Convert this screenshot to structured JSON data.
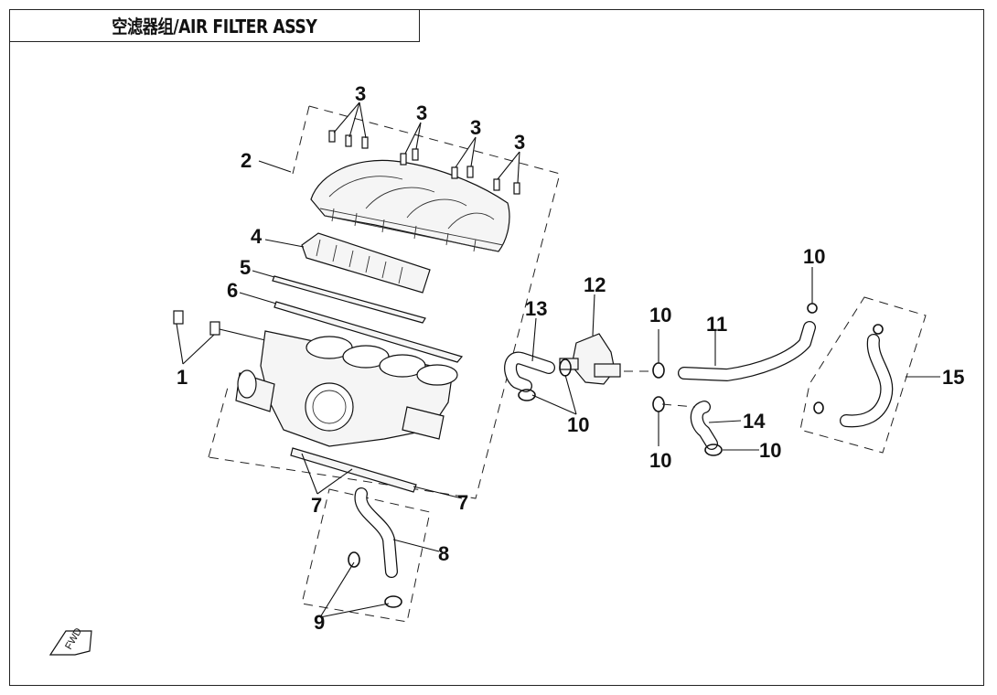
{
  "title": "空滤器组/AIR FILTER ASSY",
  "fwd_label": "FWD",
  "callouts": {
    "c1": "1",
    "c2": "2",
    "c3a": "3",
    "c3b": "3",
    "c3c": "3",
    "c3d": "3",
    "c4": "4",
    "c5": "5",
    "c6": "6",
    "c7a": "7",
    "c7b": "7",
    "c8": "8",
    "c9": "9",
    "c10a": "10",
    "c10b": "10",
    "c10c": "10",
    "c10d": "10",
    "c10e": "10",
    "c11": "11",
    "c12": "12",
    "c13": "13",
    "c14": "14",
    "c15": "15"
  }
}
